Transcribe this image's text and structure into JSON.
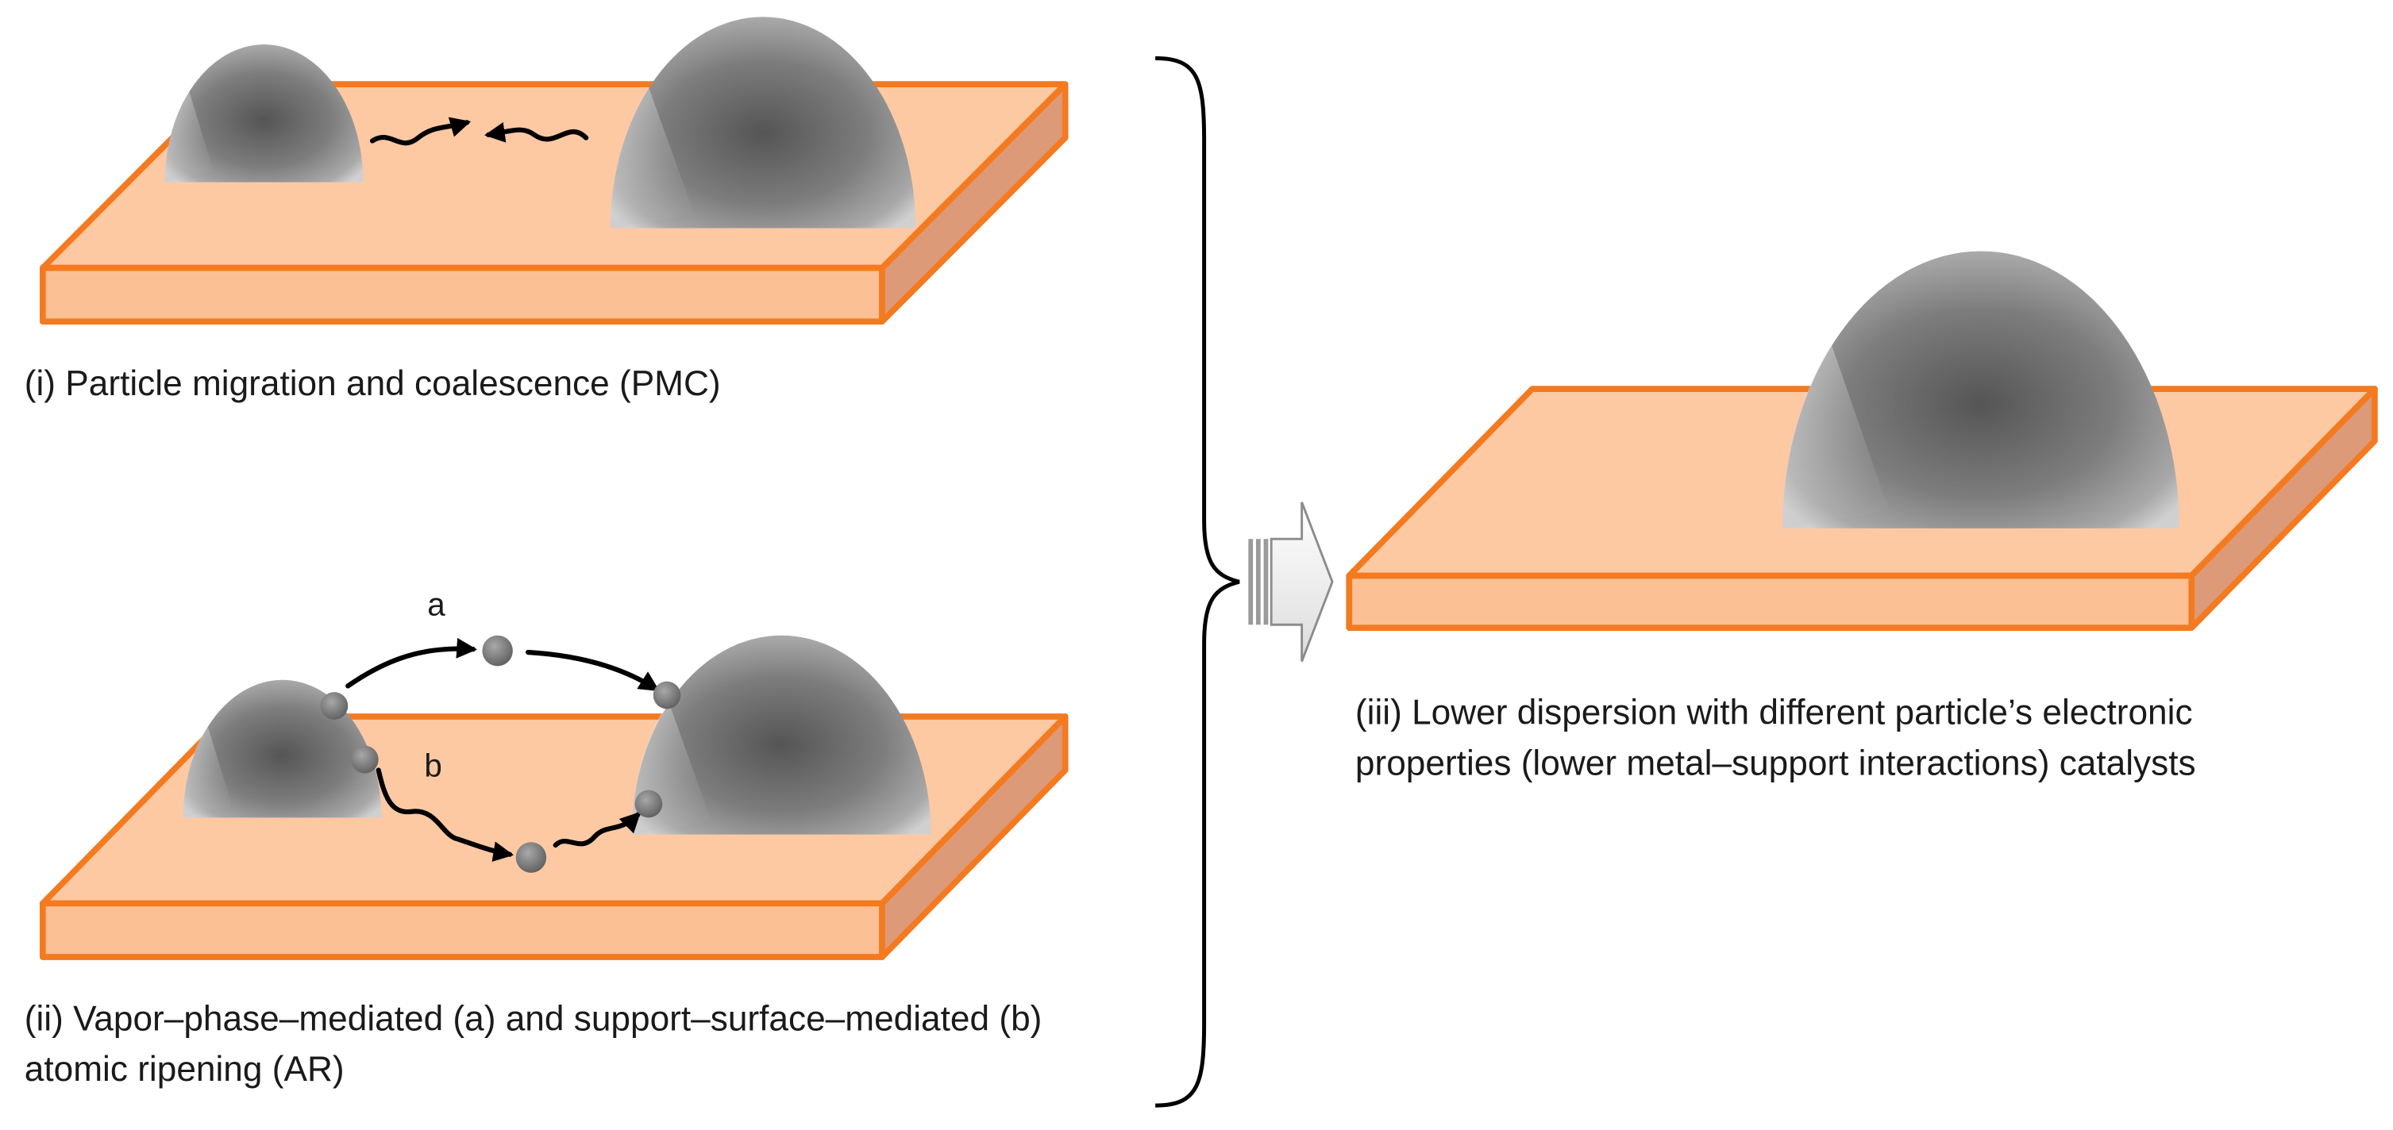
{
  "captions": {
    "pmc": "(i) Particle migration and coalescence (PMC)",
    "ar_line1": "(ii) Vapor–phase–mediated (a) and support–surface–mediated (b)",
    "ar_line2": "atomic  ripening (AR)",
    "result_line1": "(iii) Lower dispersion with different particle’s electronic",
    "result_line2": "properties (lower metal–support interactions) catalysts"
  },
  "path_labels": {
    "a": "a",
    "b": "b"
  },
  "colors": {
    "support_top": "#fdc9a3",
    "support_front": "#fcc095",
    "support_side": "#dd9a78",
    "support_outline": "#f47a20",
    "particle_center": "#5a5a5a",
    "particle_edge": "#c4c4c4"
  },
  "icons": {
    "brace": "right-curly-brace",
    "result_arrow": "block-arrow-right"
  }
}
